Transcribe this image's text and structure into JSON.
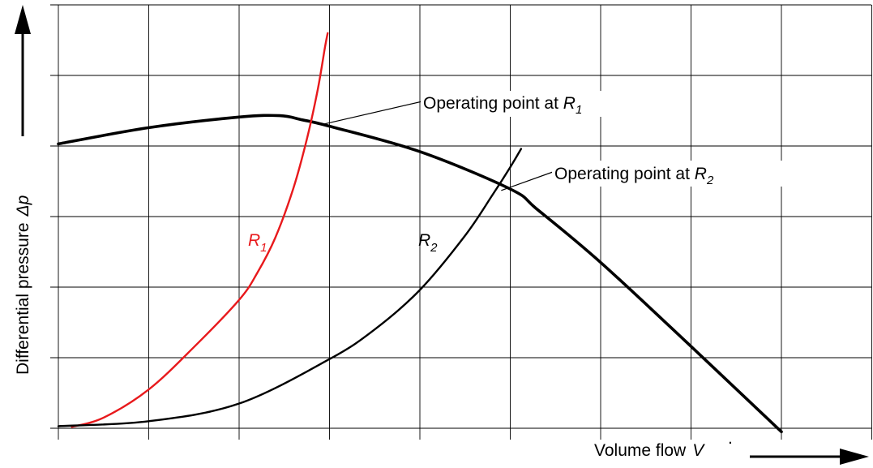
{
  "chart_data": {
    "type": "line",
    "xlabel": "Volume flow",
    "xlabel_symbol": "V",
    "ylabel": "Differential pressure",
    "ylabel_symbol": "p",
    "ylabel_delta": "Δ",
    "x_range": [
      0,
      8
    ],
    "y_range": [
      0,
      6
    ],
    "grid": true,
    "curve_colors": {
      "pump": "#000000",
      "R1": "#e8191c",
      "R2": "#000000"
    },
    "series": [
      {
        "key": "pump",
        "points": [
          [
            0,
            4.03
          ],
          [
            1,
            4.26
          ],
          [
            2,
            4.41
          ],
          [
            2.45,
            4.43
          ],
          [
            2.7,
            4.37
          ],
          [
            3,
            4.28
          ],
          [
            4,
            3.92
          ],
          [
            5,
            3.39
          ],
          [
            5.3,
            3.1
          ],
          [
            6,
            2.35
          ],
          [
            7,
            1.16
          ],
          [
            8,
            -0.05
          ]
        ]
      },
      {
        "key": "R1",
        "name_main": "R",
        "name_sub": "1",
        "points": [
          [
            0.15,
            0.02
          ],
          [
            0.5,
            0.15
          ],
          [
            1,
            0.55
          ],
          [
            1.5,
            1.15
          ],
          [
            2,
            1.82
          ],
          [
            2.2,
            2.2
          ],
          [
            2.4,
            2.7
          ],
          [
            2.6,
            3.4
          ],
          [
            2.75,
            4.1
          ],
          [
            2.87,
            4.8
          ],
          [
            2.95,
            5.4
          ],
          [
            2.98,
            5.6
          ]
        ]
      },
      {
        "key": "R2",
        "name_main": "R",
        "name_sub": "2",
        "points": [
          [
            0,
            0.03
          ],
          [
            1,
            0.1
          ],
          [
            2,
            0.35
          ],
          [
            3,
            0.98
          ],
          [
            3.5,
            1.4
          ],
          [
            4,
            1.96
          ],
          [
            4.5,
            2.73
          ],
          [
            4.8,
            3.3
          ],
          [
            5.0,
            3.7
          ],
          [
            5.12,
            3.96
          ]
        ]
      }
    ],
    "annotations": [
      {
        "text_main": "Operating point at ",
        "text_italic": "R",
        "text_sub": "1",
        "at": [
          2.9,
          4.3
        ]
      },
      {
        "text_main": "Operating point at ",
        "text_italic": "R",
        "text_sub": "2",
        "at": [
          4.9,
          3.37
        ]
      }
    ]
  }
}
